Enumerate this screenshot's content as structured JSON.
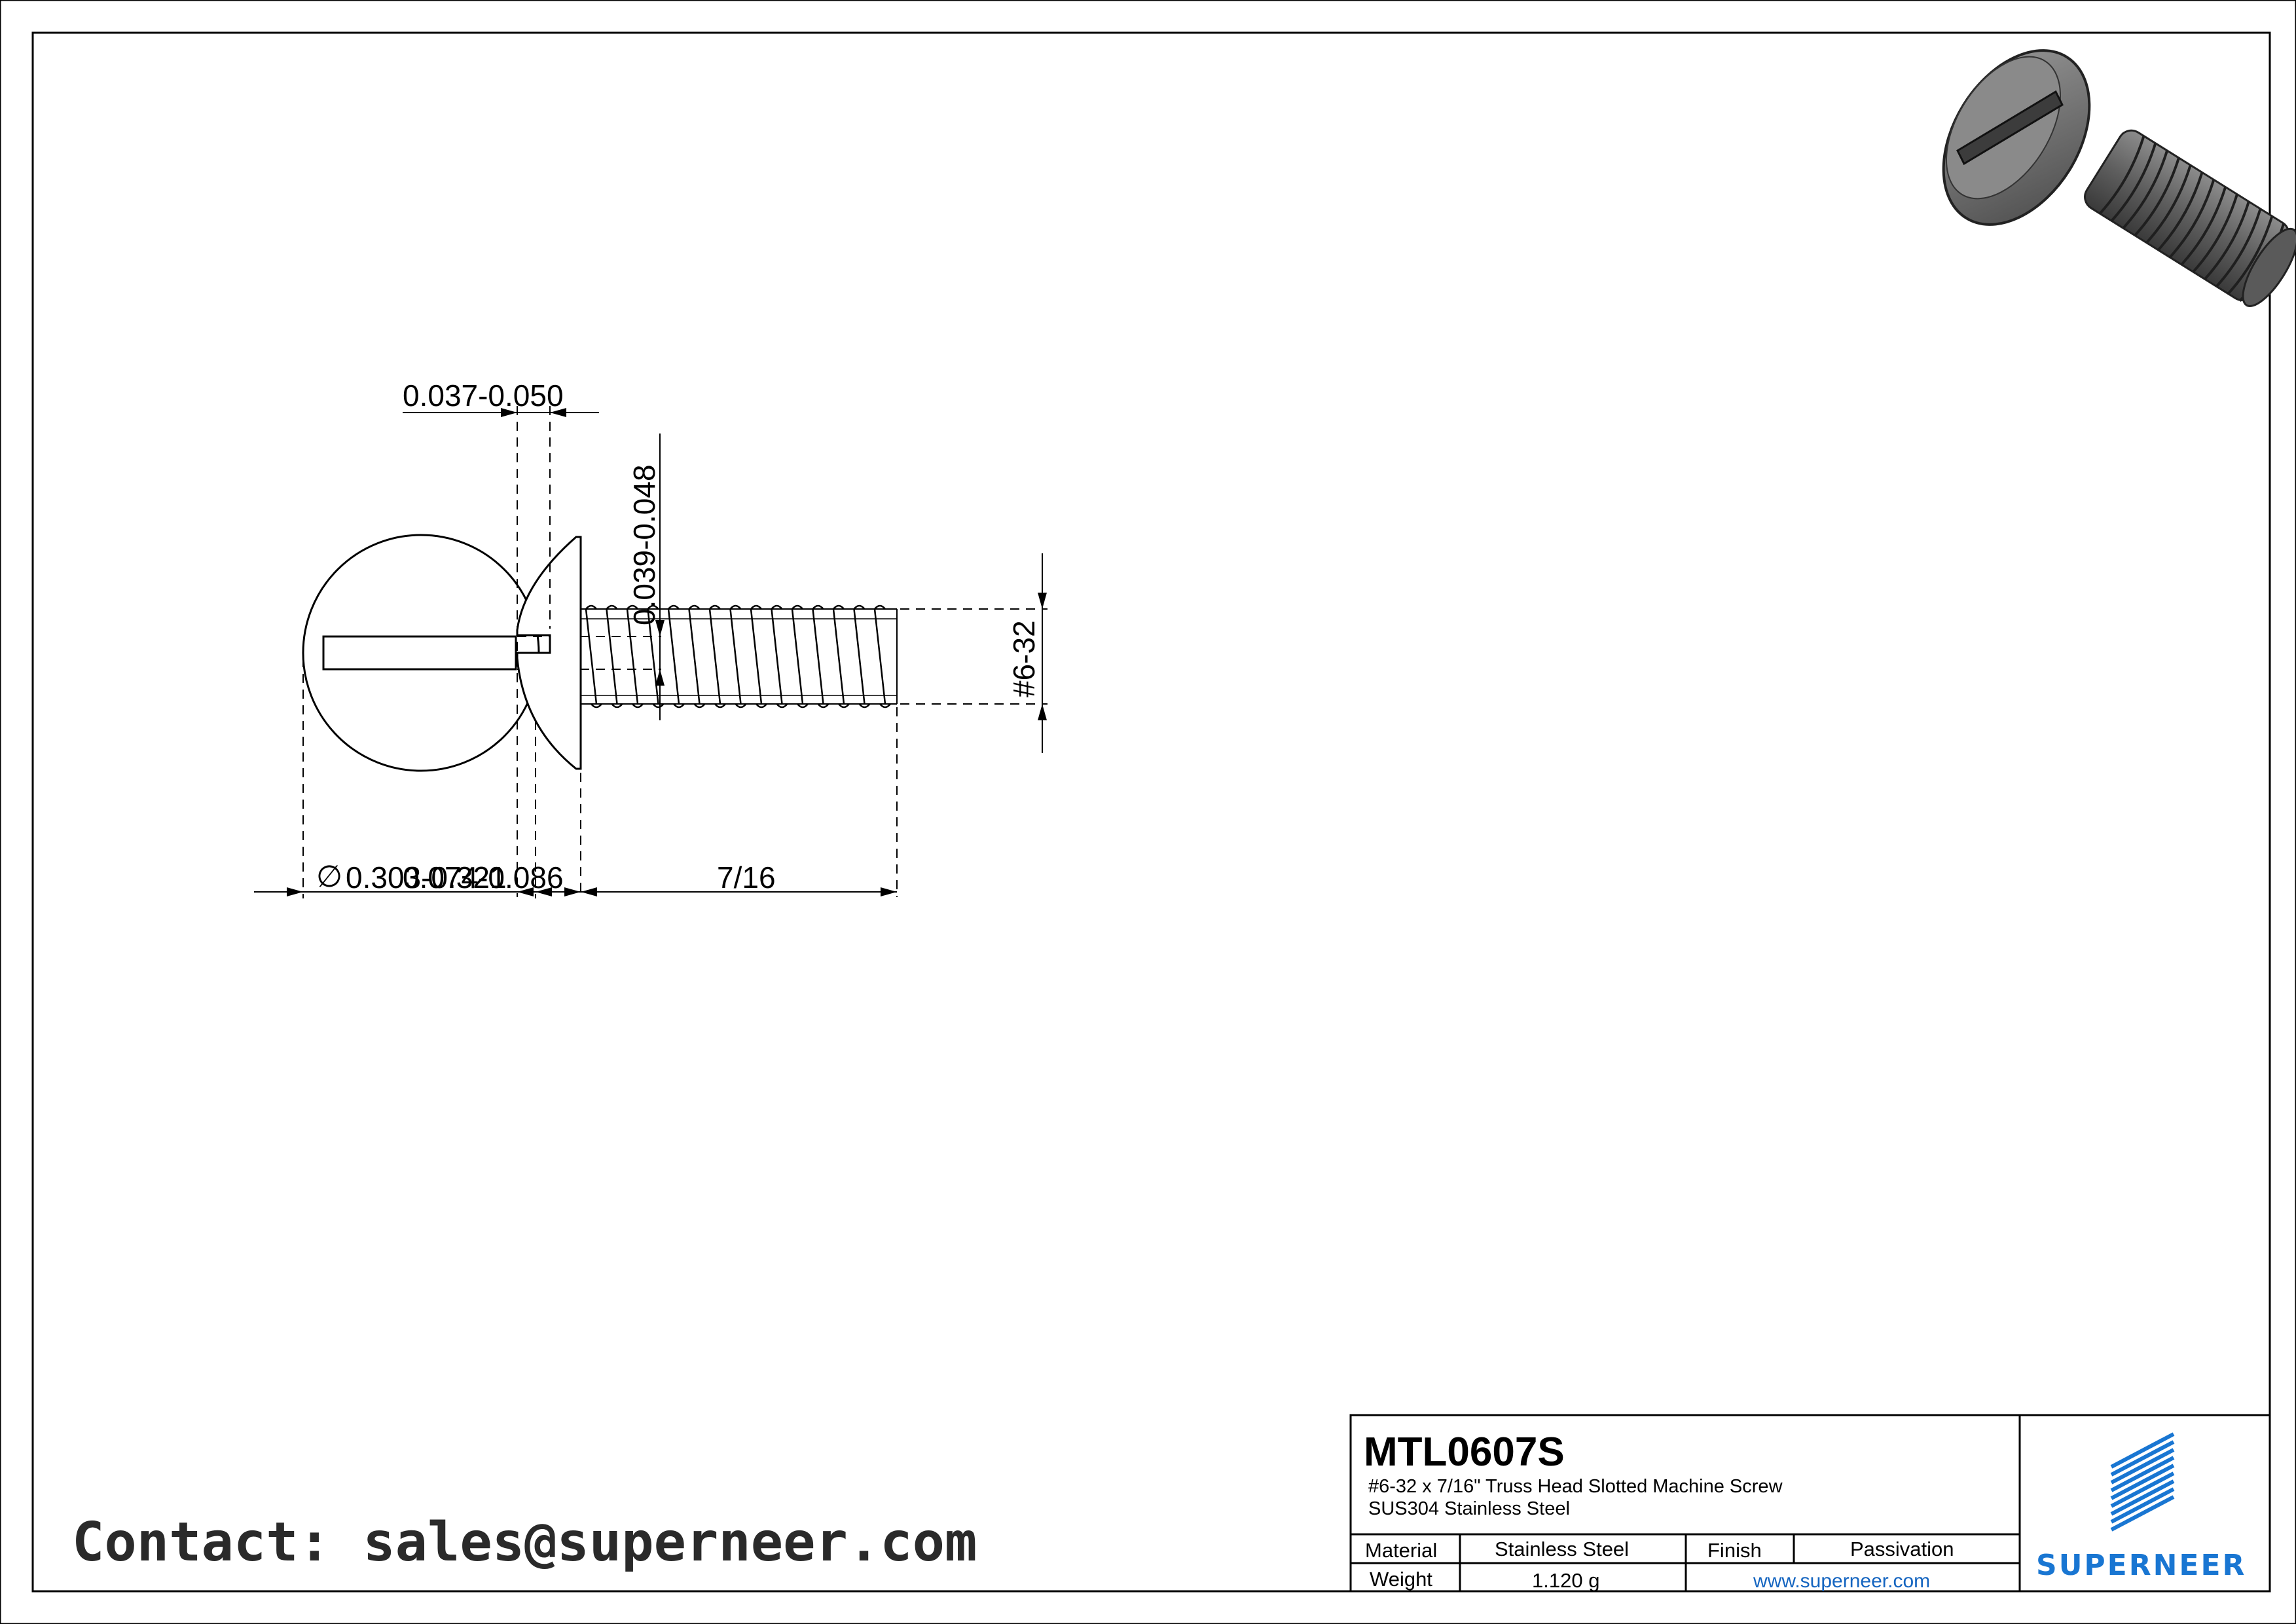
{
  "dimensions": {
    "head_diameter": "0.303-0.321",
    "diameter_symbol": "∅",
    "slot_width": "0.039-0.048",
    "slot_depth": "0.037-0.050",
    "head_height": "0.074-0.086",
    "length": "7/16",
    "thread": "#6-32"
  },
  "title_block": {
    "part_number": "MTL0607S",
    "description": "#6-32 x 7/16\" Truss Head Slotted Machine Screw",
    "material_line": "SUS304 Stainless Steel",
    "material_label": "Material",
    "material_value": "Stainless Steel",
    "finish_label": "Finish",
    "finish_value": "Passivation",
    "weight_label": "Weight",
    "weight_value": "1.120 g",
    "website": "www.superneer.com",
    "brand": "SUPERNEER"
  },
  "contact": "Contact: sales@superneer.com",
  "colors": {
    "brand_blue": "#1976d2",
    "link_blue": "#1565c0",
    "line": "#000000"
  }
}
